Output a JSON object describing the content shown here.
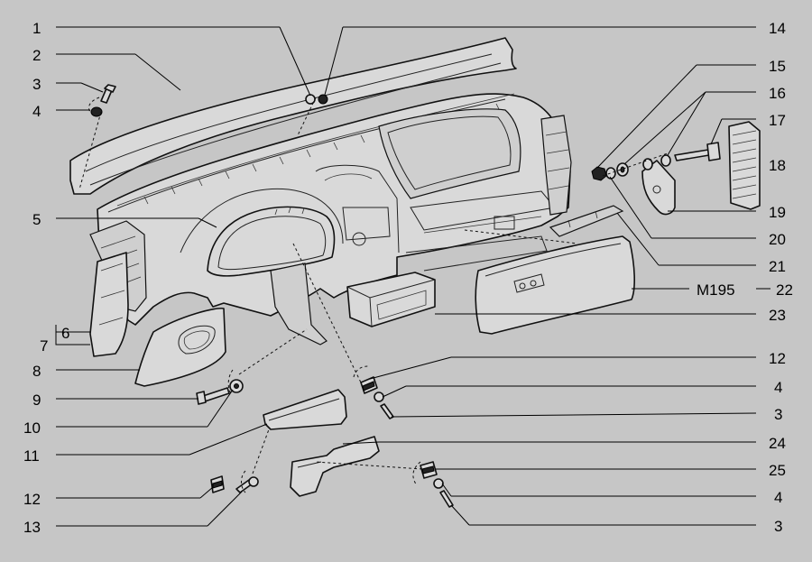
{
  "labels": {
    "l1": "1",
    "l2": "2",
    "l3": "3",
    "l4": "4",
    "l5": "5",
    "l6": "6",
    "l7": "7",
    "l8": "8",
    "l9": "9",
    "l10": "10",
    "l11": "11",
    "l12": "12",
    "l13": "13",
    "r14": "14",
    "r15": "15",
    "r16": "16",
    "r17": "17",
    "r18": "18",
    "r19": "19",
    "r20": "20",
    "r21": "21",
    "r22": "22",
    "r22_prefix": "M195",
    "r23": "23",
    "r12": "12",
    "r4a": "4",
    "r3a": "3",
    "r24": "24",
    "r25": "25",
    "r4b": "4",
    "r3b": "3"
  },
  "icons": [
    "screw-icon",
    "nut-icon",
    "clip-icon",
    "washer-icon",
    "bolt-icon"
  ]
}
